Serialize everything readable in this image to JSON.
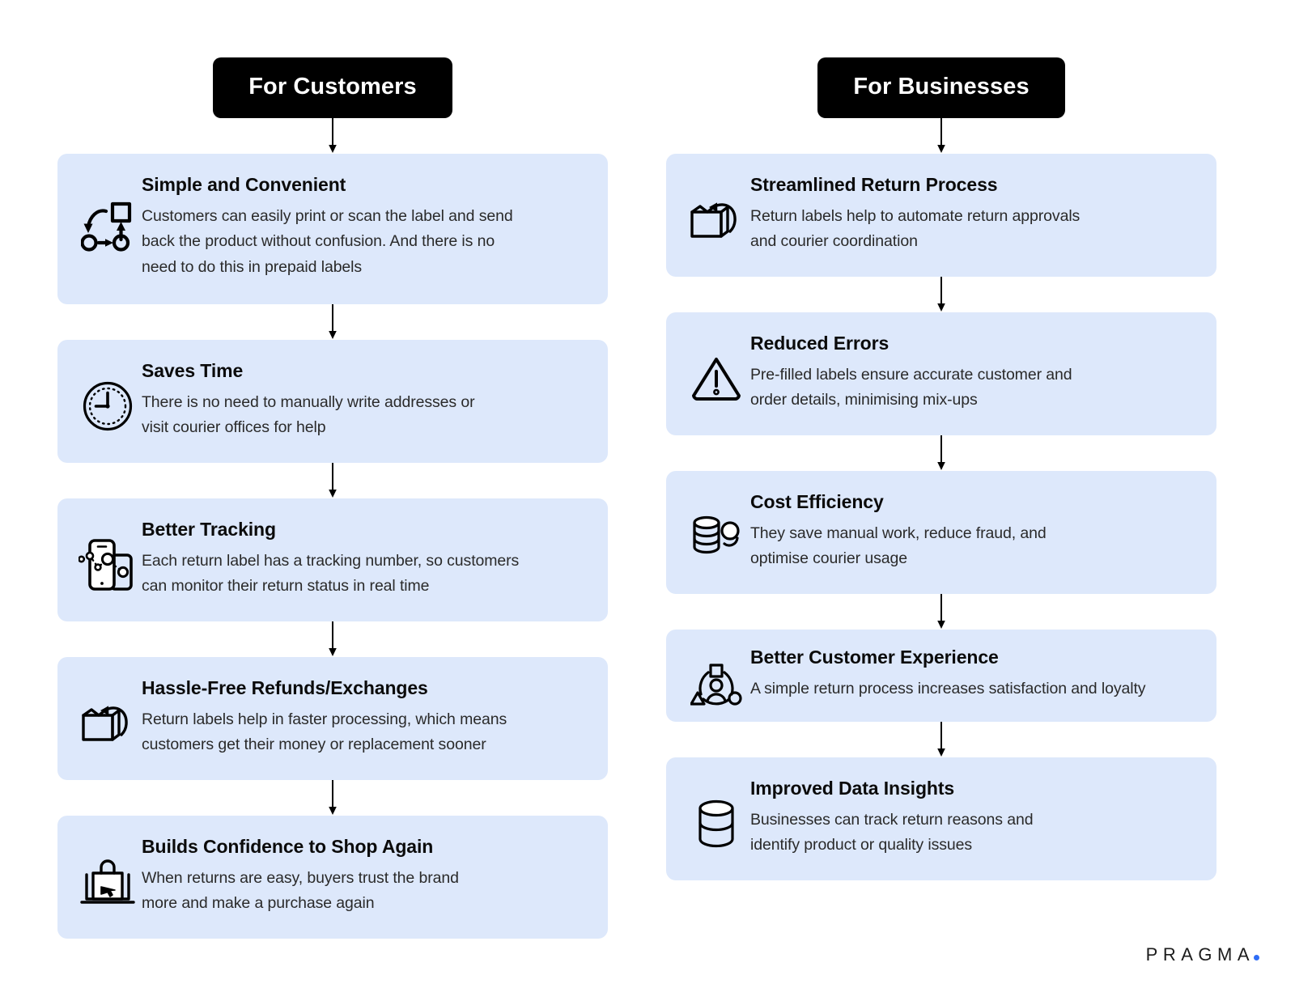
{
  "meta": {
    "card_bg": "#dde8fb",
    "pill_bg": "#000000",
    "pill_fg": "#ffffff",
    "accent_dot": "#2f6df6",
    "page_bg": "#ffffff"
  },
  "columns": [
    {
      "id": "for-customers",
      "header": "For Customers",
      "cards": [
        {
          "icon": "return-flow-icon",
          "title": "Simple and Convenient",
          "desc": "Customers can easily print or scan the label and send\nback the product without confusion. And there is no\nneed to do this in prepaid labels"
        },
        {
          "icon": "clock-icon",
          "title": "Saves Time",
          "desc": "There is no need to manually write addresses or\nvisit courier offices for help"
        },
        {
          "icon": "phone-tracking-icon",
          "title": "Better Tracking",
          "desc": "Each return label has a tracking number, so customers\ncan monitor their return status in real time"
        },
        {
          "icon": "box-return-icon",
          "title": "Hassle-Free Refunds/Exchanges",
          "desc": "Return labels help in faster processing, which means\ncustomers get their money or replacement sooner"
        },
        {
          "icon": "shopping-bag-laptop-icon",
          "title": "Builds Confidence to Shop Again",
          "desc": "When returns are easy, buyers trust the brand\nmore and make a purchase again"
        }
      ]
    },
    {
      "id": "for-businesses",
      "header": "For Businesses",
      "cards": [
        {
          "icon": "box-return-icon",
          "title": "Streamlined Return Process",
          "desc": "Return labels help to automate return approvals\nand courier coordination"
        },
        {
          "icon": "warning-triangle-icon",
          "title": "Reduced Errors",
          "desc": "Pre-filled labels ensure accurate customer and\norder details, minimising mix-ups"
        },
        {
          "icon": "coins-stack-icon",
          "title": "Cost Efficiency",
          "desc": "They save manual work, reduce fraud, and\noptimise courier usage"
        },
        {
          "icon": "customer-experience-icon",
          "title": "Better Customer Experience",
          "desc": "A simple return process increases satisfaction and loyalty"
        },
        {
          "icon": "database-icon",
          "title": "Improved Data Insights",
          "desc": "Businesses can track return reasons and\nidentify product or quality issues"
        }
      ]
    }
  ],
  "footer": {
    "brand": "PRAGMA"
  }
}
